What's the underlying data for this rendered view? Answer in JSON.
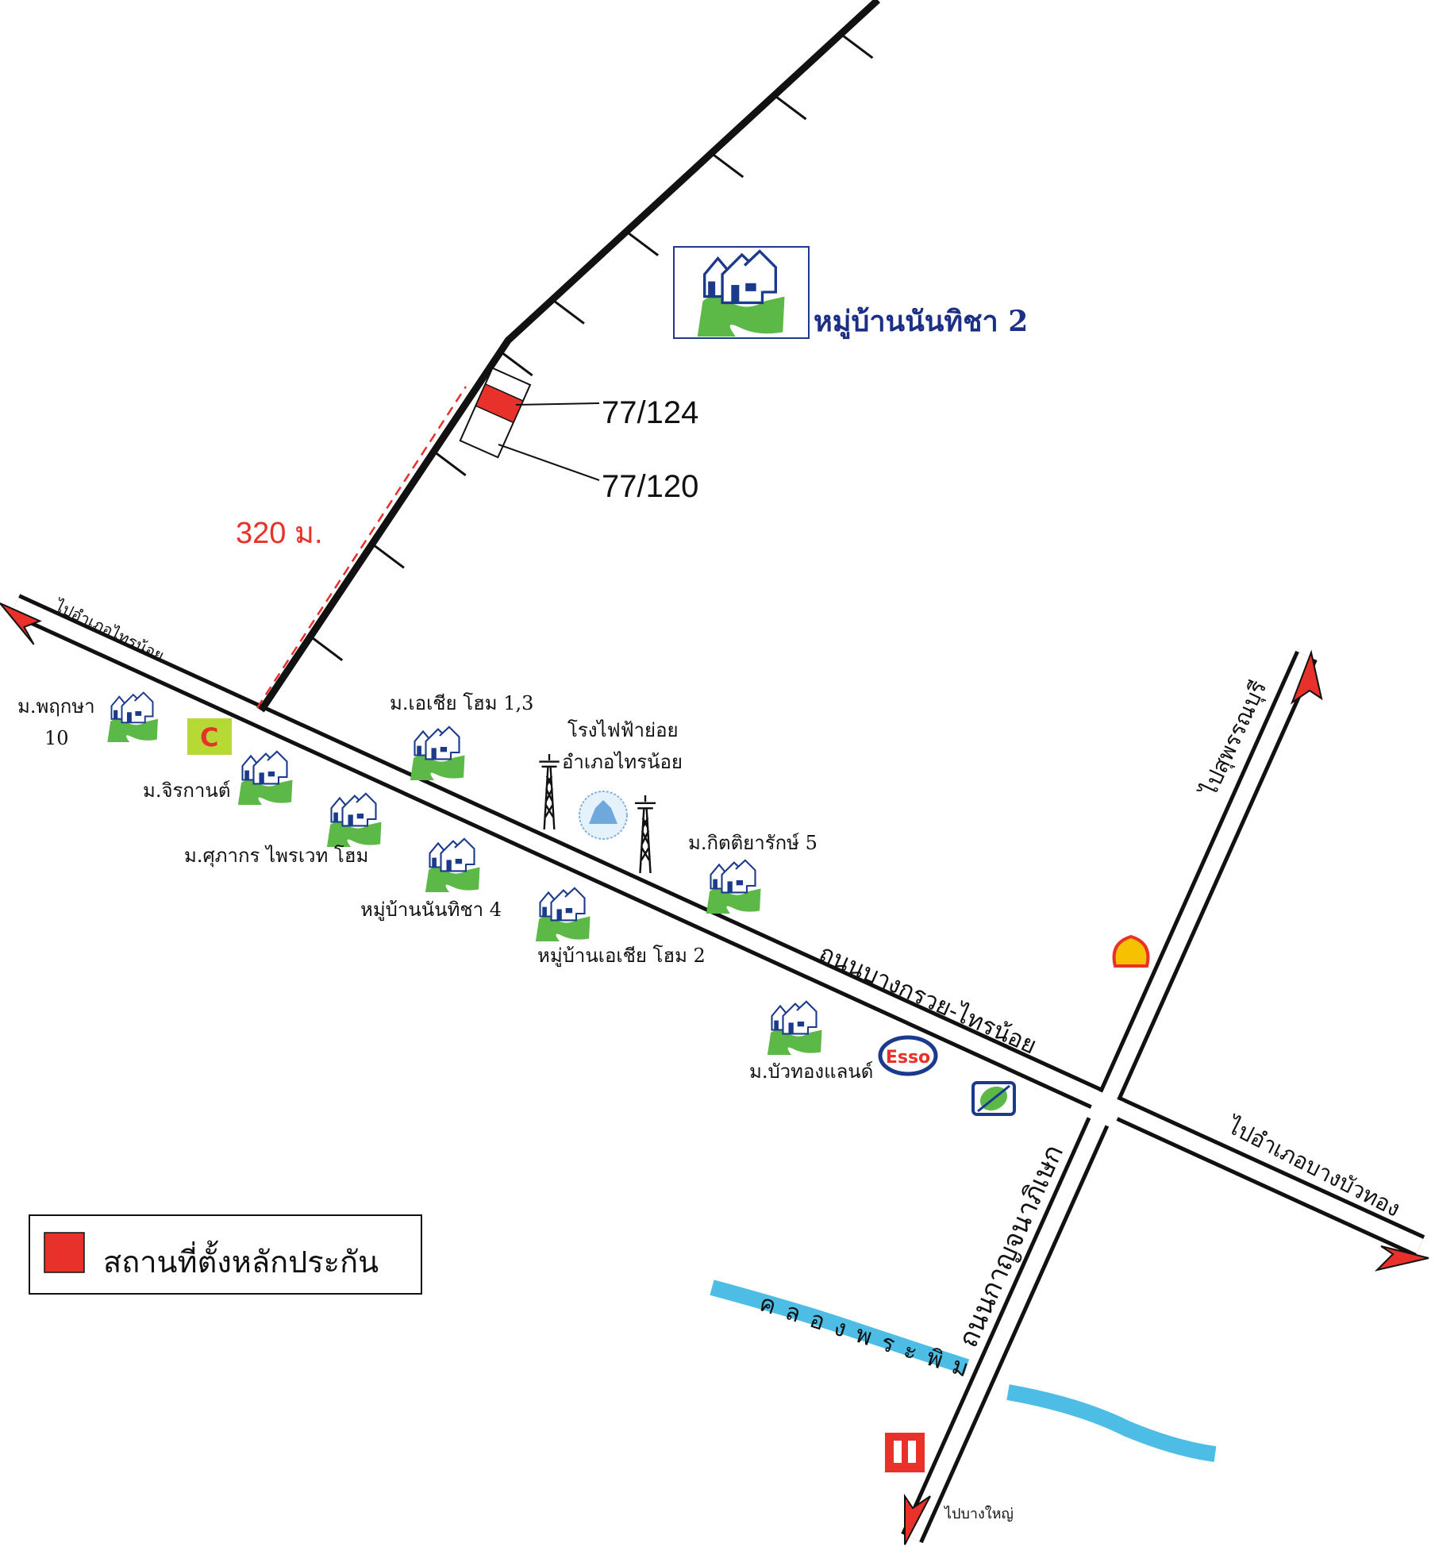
{
  "colors": {
    "road": "#111111",
    "plot": "#e8312a",
    "arrow": "#e8312a",
    "river": "#4dbde6",
    "brand_text": "#1b2f86",
    "house_green": "#5db947",
    "house_blue": "#1b3a8c"
  },
  "project": {
    "name": "หมู่บ้านนันทิชา 2",
    "icon": "village-logo"
  },
  "plots": {
    "plot_a": "77/124",
    "plot_b": "77/120"
  },
  "distance": "320 ม.",
  "legend": {
    "label": "สถานที่ตั้งหลักประกัน",
    "swatch": "red-square"
  },
  "roads": {
    "main_road": "ถนนบางกรวย-ไทรน้อย",
    "ring_road": "ถนนกาญจนาภิเษก",
    "to_west": "ไปอำเภอไทรน้อย",
    "to_east": "ไปอำเภอบางบัวทอง",
    "to_north": "ไปสุพรรณบุรี",
    "to_south": "ไปบางใหญ่"
  },
  "canal": "คลองพระพิมล",
  "villages": [
    {
      "name": "ม.พฤกษา",
      "suffix": "10"
    },
    {
      "name": "ม.จิรกานต์"
    },
    {
      "name": "ม.ศุภากร ไพรเวท โฮม"
    },
    {
      "name": "ม.เอเชีย โฮม 1,3"
    },
    {
      "name": "หมู่บ้านนันทิชา 4"
    },
    {
      "name": "หมู่บ้านเอเชีย โฮม 2"
    },
    {
      "name": "ม.กิตติยารักษ์ 5"
    },
    {
      "name": "ม.บัวทองแลนด์"
    }
  ],
  "substation": {
    "line1": "โรงไฟฟ้าย่อย",
    "line2": "อำเภอไทรน้อย"
  },
  "landmarks": {
    "esso": "Esso",
    "seven_eleven": "7-eleven-icon",
    "shell": "shell-icon",
    "ptt": "ptt-icon",
    "store": "store-icon",
    "seal": "seal-icon"
  }
}
